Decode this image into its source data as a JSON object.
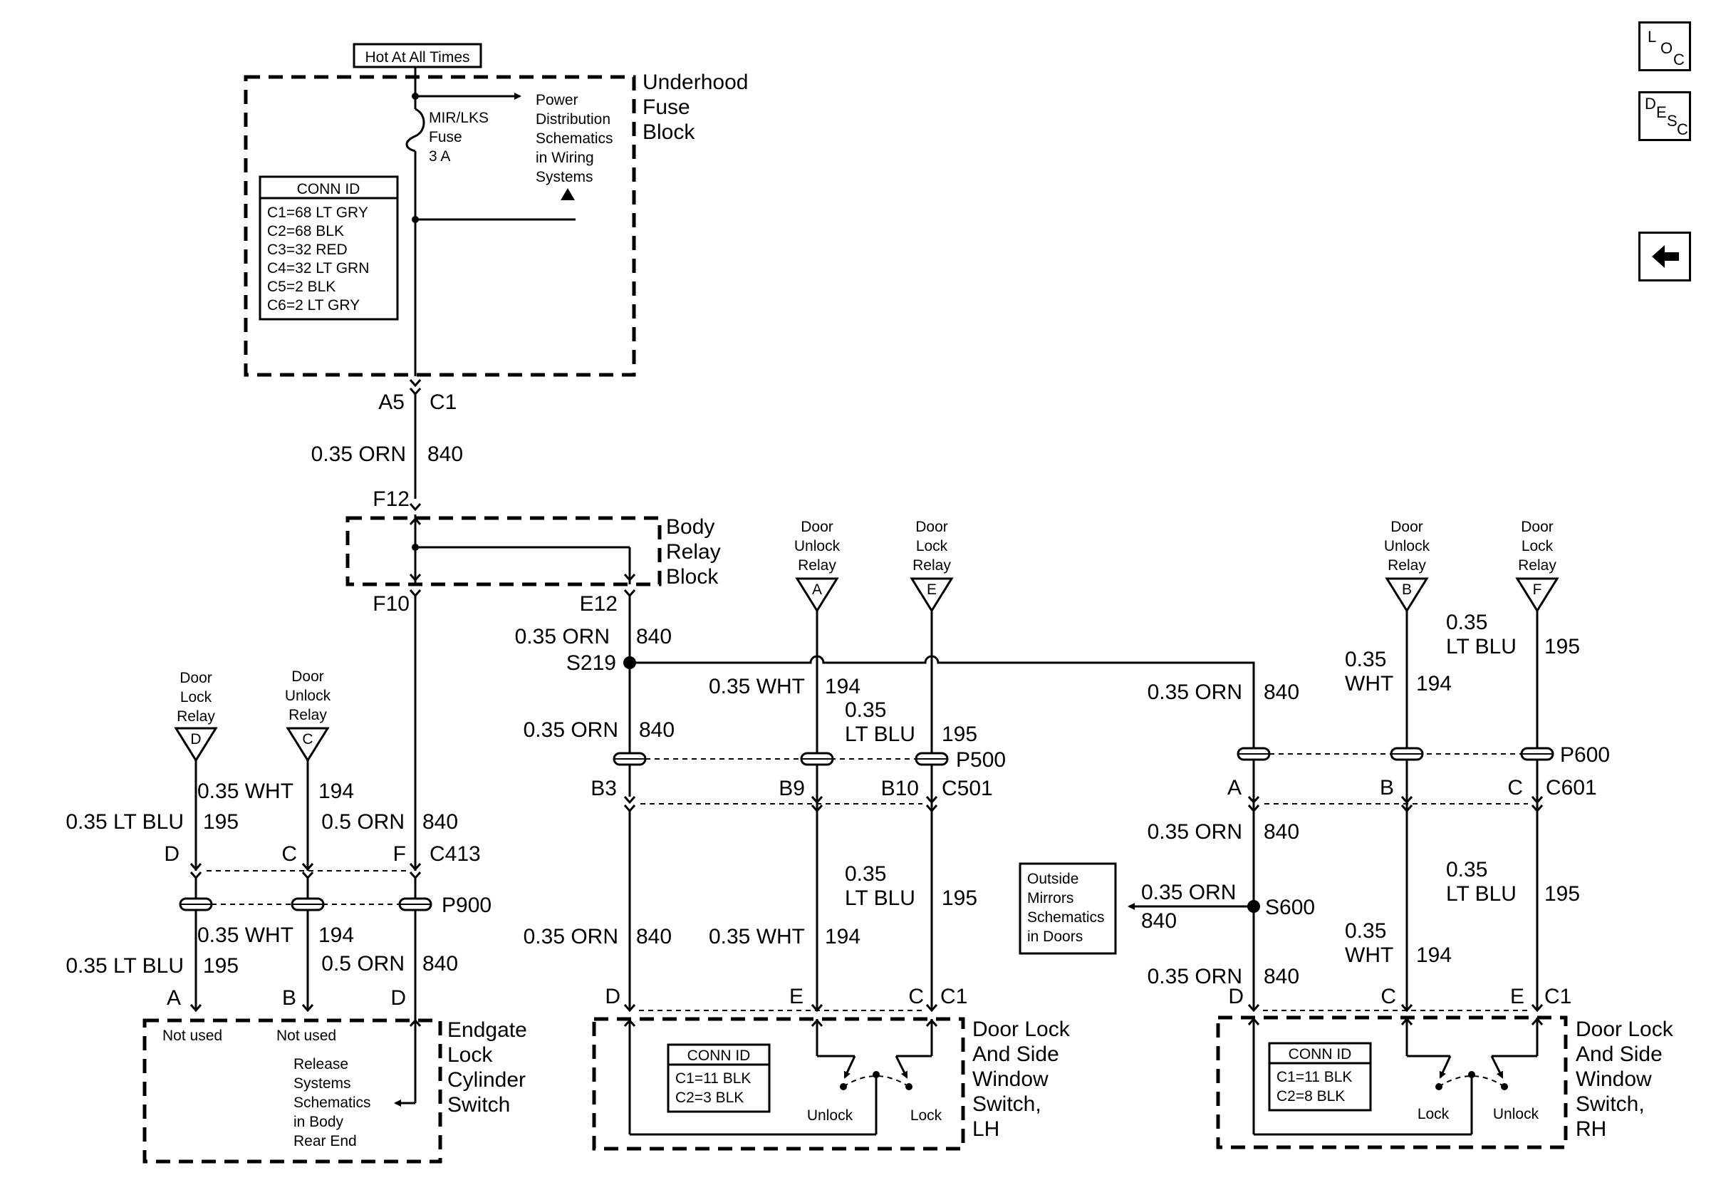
{
  "nav": {
    "loc": {
      "a": "L",
      "b": "O",
      "c": "C"
    },
    "desc": {
      "a": "D",
      "b": "E",
      "c": "S",
      "d": "C"
    }
  },
  "power": {
    "hot_label": "Hot At All Times",
    "fuse_block_1": "Underhood",
    "fuse_block_2": "Fuse",
    "fuse_block_3": "Block",
    "fuse_name": "MIR/LKS",
    "fuse_word": "Fuse",
    "fuse_rating": "3 A",
    "pd_1": "Power",
    "pd_2": "Distribution",
    "pd_3": "Schematics",
    "pd_4": "in Wiring",
    "pd_5": "Systems"
  },
  "conn_ufb": {
    "title": "CONN ID",
    "rows": [
      "C1=68 LT GRY",
      "C2=68 BLK",
      "C3=32 RED",
      "C4=32 LT GRN",
      "C5=2 BLK",
      "C6=2 LT GRY"
    ]
  },
  "main": {
    "a5": "A5",
    "c1": "C1",
    "size": "0.35 ORN",
    "circuit": "840",
    "f12": "F12",
    "f10": "F10",
    "e12": "E12",
    "brb_1": "Body",
    "brb_2": "Relay",
    "brb_3": "Block",
    "e12_size": "0.35 ORN",
    "e12_circuit": "840",
    "s219": "S219"
  },
  "relays": {
    "door": "Door",
    "lock": "Lock",
    "unlock": "Unlock",
    "relay": "Relay",
    "pin_a": "A",
    "pin_b": "B",
    "pin_c": "C",
    "pin_d": "D",
    "pin_e": "E",
    "pin_f": "F"
  },
  "left": {
    "wht_size": "0.35 WHT",
    "wht_circuit": "194",
    "blu_size": "0.35 LT BLU",
    "blu_circuit": "195",
    "orn_size": "0.5 ORN",
    "orn_circuit": "840",
    "d": "D",
    "c": "C",
    "f": "F",
    "c413": "C413",
    "p900": "P900",
    "a": "A",
    "b": "B",
    "d2": "D",
    "not_used_1": "Not used",
    "not_used_2": "Not used",
    "rel_1": "Release",
    "rel_2": "Systems",
    "rel_3": "Schematics",
    "rel_4": "in Body",
    "rel_5": "Rear End",
    "eg_1": "Endgate",
    "eg_2": "Lock",
    "eg_3": "Cylinder",
    "eg_4": "Switch"
  },
  "center": {
    "wht_size": "0.35 WHT",
    "wht_circuit": "194",
    "blu_size_1": "0.35",
    "blu_size_2": "LT BLU",
    "blu_circuit": "195",
    "orn_size": "0.35 ORN",
    "orn_circuit": "840",
    "p500": "P500",
    "b3": "B3",
    "b9": "B9",
    "b10": "B10",
    "c501": "C501",
    "d": "D",
    "e": "E",
    "c": "C",
    "c1": "C1",
    "unlock": "Unlock",
    "lock": "Lock",
    "sw_1": "Door Lock",
    "sw_2": "And Side",
    "sw_3": "Window",
    "sw_4": "Switch,",
    "sw_5": "LH"
  },
  "conn_lh": {
    "title": "CONN ID",
    "rows": [
      "C1=11 BLK",
      "C2=3 BLK"
    ]
  },
  "right": {
    "orn_size": "0.35 ORN",
    "orn_circuit": "840",
    "wht_size_1": "0.35",
    "wht_size_2": "WHT",
    "wht_circuit": "194",
    "blu_size_1": "0.35",
    "blu_size_2": "LT BLU",
    "blu_circuit": "195",
    "p600": "P600",
    "a": "A",
    "b": "B",
    "c": "C",
    "c601": "C601",
    "s600": "S600",
    "d": "D",
    "c2": "C",
    "e": "E",
    "c1": "C1",
    "lock": "Lock",
    "unlock": "Unlock",
    "om_1": "Outside",
    "om_2": "Mirrors",
    "om_3": "Schematics",
    "om_4": "in Doors",
    "om_size": "0.35 ORN",
    "om_circuit": "840",
    "sw_1": "Door Lock",
    "sw_2": "And Side",
    "sw_3": "Window",
    "sw_4": "Switch,",
    "sw_5": "RH"
  },
  "conn_rh": {
    "title": "CONN ID",
    "rows": [
      "C1=11 BLK",
      "C2=8 BLK"
    ]
  }
}
